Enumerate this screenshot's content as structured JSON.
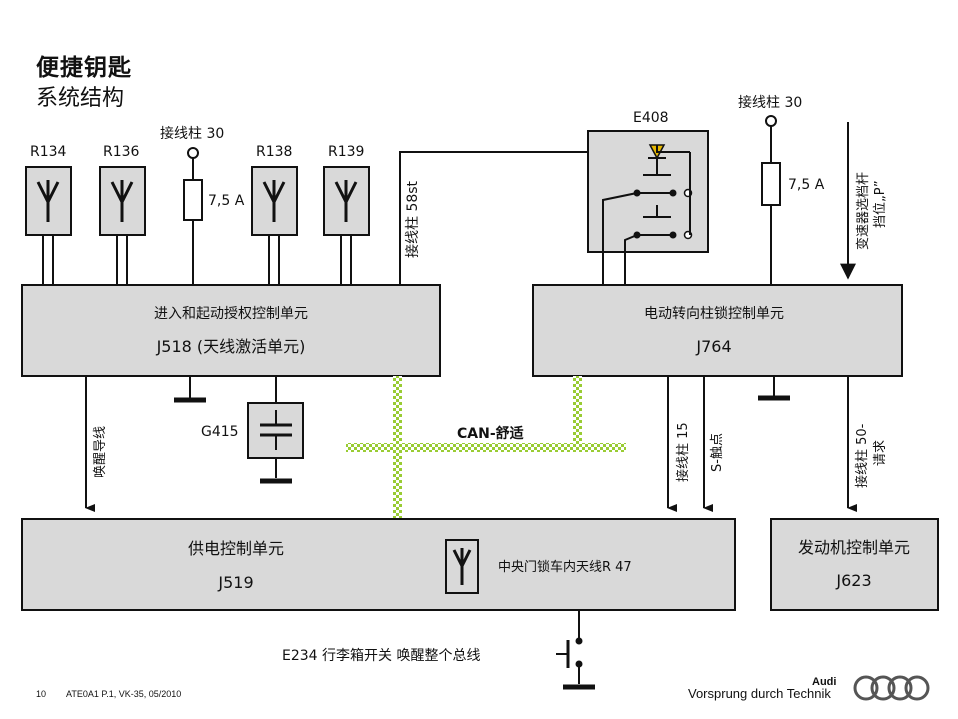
{
  "header": {
    "title": "便捷钥匙",
    "subtitle": "系统结构"
  },
  "antennas": {
    "r134": "R134",
    "r136": "R136",
    "r138": "R138",
    "r139": "R139"
  },
  "terminal_top_left": "接线柱 30",
  "fuse_left": "7,5 A",
  "terminal_58st": "接线柱 58st",
  "switch_e408": "E408",
  "terminal_top_right": "接线柱 30",
  "fuse_right": "7,5 A",
  "gear_selector": [
    "变速器选档杆",
    "挡位„P”"
  ],
  "j518": {
    "line1": "进入和起动授权控制单元",
    "line2": "J518  (天线激活单元)"
  },
  "j764": {
    "line1": "电动转向柱锁控制单元",
    "line2": "J764"
  },
  "wake_line": "唤醒导线",
  "g415": "G415",
  "can_bus": "CAN-舒适",
  "terminal_15": "接线柱 15",
  "s_contact": "S-触点",
  "terminal_50": [
    "接线柱 50-",
    "请求"
  ],
  "j519": {
    "line1": "供电控制单元",
    "line2": "J519"
  },
  "antenna_r47": "中央门锁车内天线R 47",
  "j623": {
    "line1": "发动机控制单元",
    "line2": "J623"
  },
  "e234": "E234 行李箱开关 唤醒整个总线",
  "footer": {
    "page": "10",
    "doc": "ATE0A1 P.1, VK-35, 05/2010"
  },
  "brand": {
    "name": "Audi",
    "slogan": "Vorsprung durch Technik"
  },
  "colors": {
    "box_fill": "#d9d9d9",
    "can_green": "#99cc33"
  }
}
